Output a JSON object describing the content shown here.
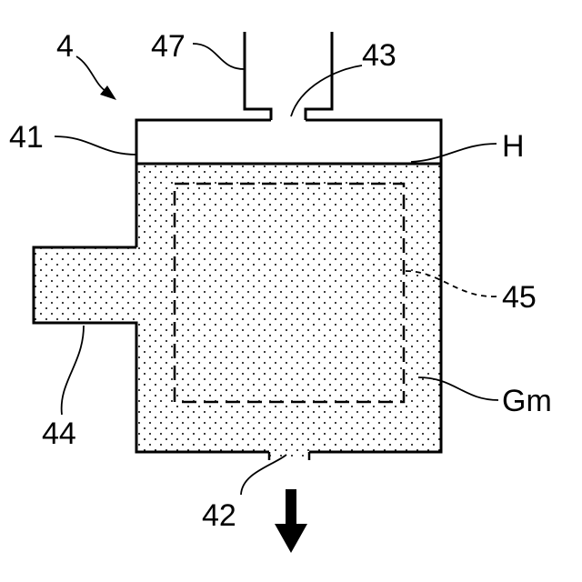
{
  "labels": {
    "container": "4",
    "wall": "41",
    "outlet": "42",
    "inlet": "43",
    "side_branch": "44",
    "inner_region": "45",
    "inlet_pipe": "47",
    "liquid_surface": "H",
    "granular_material": "Gm"
  },
  "arrow_direction": "down"
}
